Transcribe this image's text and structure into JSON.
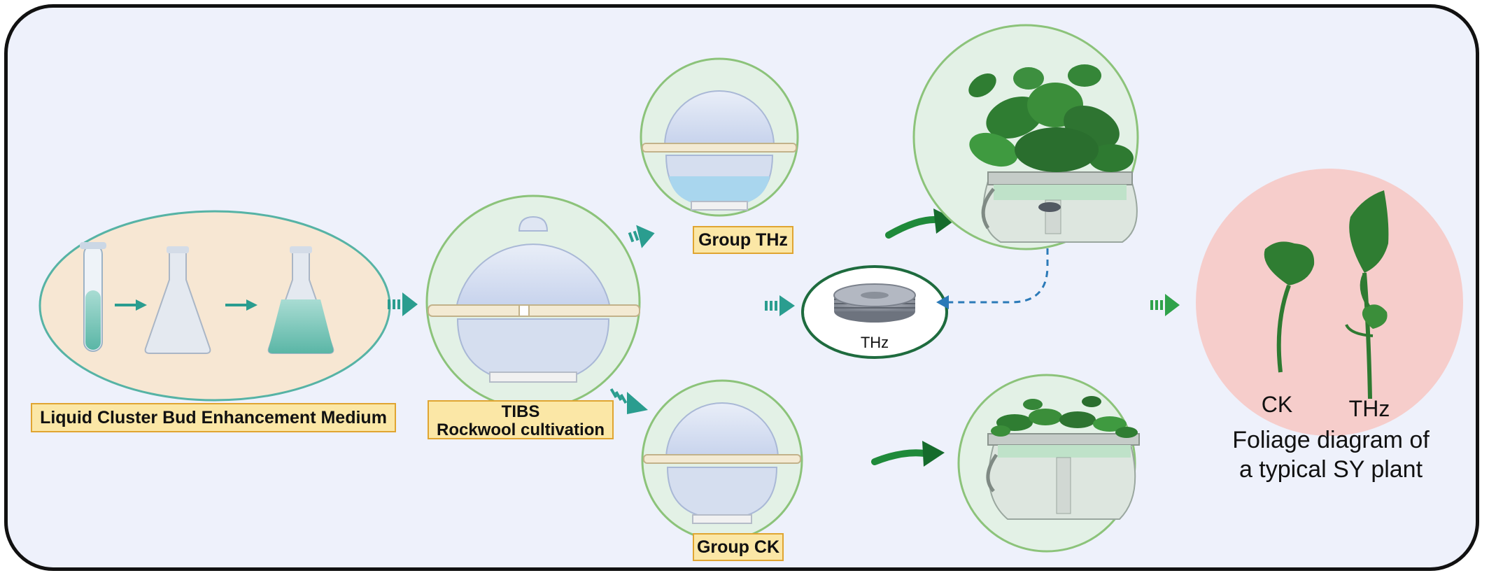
{
  "labels": {
    "medium": "Liquid Cluster Bud Enhancement Medium",
    "tibs_line1": "TIBS",
    "tibs_line2": "Rockwool cultivation",
    "group_thz": "Group THz",
    "group_ck": "Group CK",
    "thz_device": "THz"
  },
  "foliage": {
    "ck": "CK",
    "thz": "THz",
    "caption_line1": "Foliage diagram of",
    "caption_line2": "a typical SY plant"
  },
  "colors": {
    "frame_bg": "#eef1fb",
    "label_bg": "#fbe7a6",
    "label_border": "#e0a531",
    "circle_green": "#e3f1e6",
    "medium_bg": "#f7e7d3",
    "foliage_bg": "#f6cdcb",
    "arrow_teal": "#2a9d8f",
    "arrow_green": "#1f8a3a",
    "dashed_blue": "#2b7ab8"
  }
}
